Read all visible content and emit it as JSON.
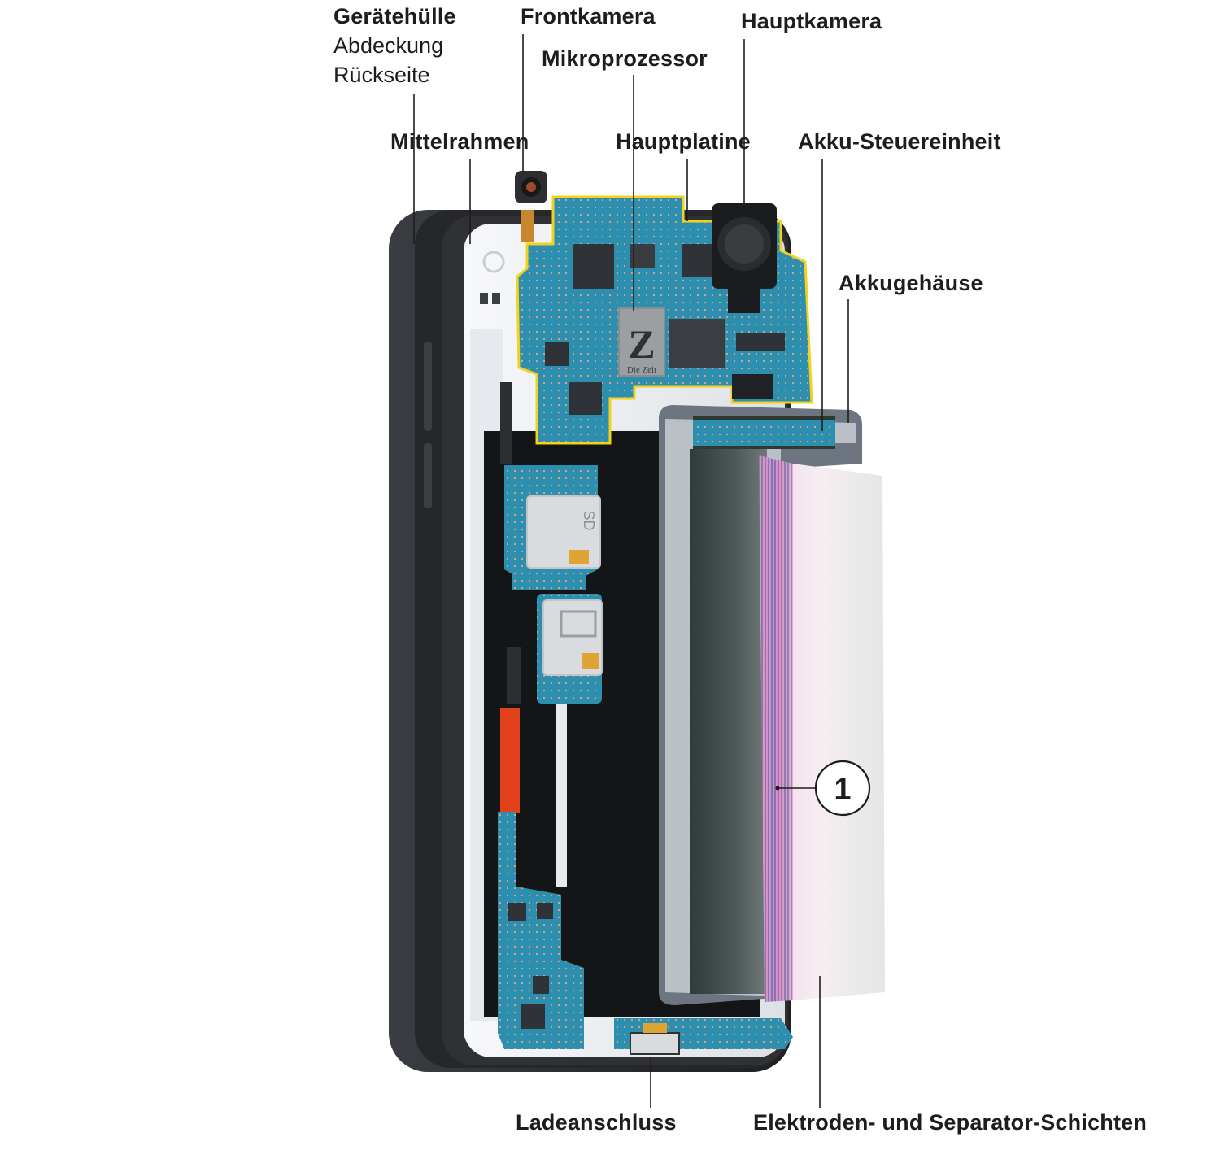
{
  "labels": {
    "geraetehuelle": "Gerätehülle",
    "abdeckung": "Abdeckung",
    "rueckseite": "Rückseite",
    "frontkamera": "Frontkamera",
    "hauptkamera": "Hauptkamera",
    "mikroprozessor": "Mikroprozessor",
    "mittelrahmen": "Mittelrahmen",
    "hauptplatine": "Hauptplatine",
    "akku_steuereinheit": "Akku-Steuereinheit",
    "akkugehaeuse": "Akkugehäuse",
    "ladeanschluss": "Ladeanschluss",
    "schichten": "Elektroden- und Separator-Schichten"
  },
  "callout": {
    "number": "1"
  },
  "chip": {
    "letter": "Z",
    "brand": "Die Zeit"
  },
  "sd_card": {
    "text": "SD"
  },
  "colors": {
    "case": "#2b2d31",
    "frame": "#eef0f3",
    "pcb": "#2d8fb0",
    "pcb_outline": "#f2d21a",
    "battery_housing": "#6d7680",
    "label_text": "#1d1d1b"
  }
}
